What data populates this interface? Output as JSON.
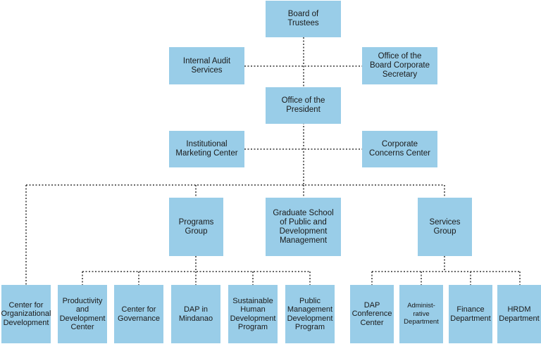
{
  "colors": {
    "box": "#99cde8",
    "line": "#333333",
    "text": "#1a1a1a"
  },
  "org": {
    "board": "Board of\nTrustees",
    "internal_audit": "Internal Audit\nServices",
    "corporate_secretary": "Office of the\nBoard Corporate\nSecretary",
    "president": "Office of the\nPresident",
    "marketing": "Institutional\nMarketing Center",
    "corporate_concerns": "Corporate\nConcerns Center",
    "programs_group": "Programs\nGroup",
    "graduate_school": "Graduate School\nof Public and\nDevelopment\nManagement",
    "services_group": "Services\nGroup",
    "org_dev": "Center for\nOrganizational\nDevelopment",
    "productivity": "Productivity\nand\nDevelopment\nCenter",
    "governance": "Center for\nGovernance",
    "mindanao": "DAP in\nMindanao",
    "sustainable": "Sustainable\nHuman\nDevelopment\nProgram",
    "public_mgmt": "Public\nManagement\nDevelopment\nProgram",
    "conference": "DAP\nConference\nCenter",
    "administrative": "Administ-\nrative\nDepartment",
    "finance": "Finance\nDepartment",
    "hrdm": "HRDM\nDepartment"
  }
}
